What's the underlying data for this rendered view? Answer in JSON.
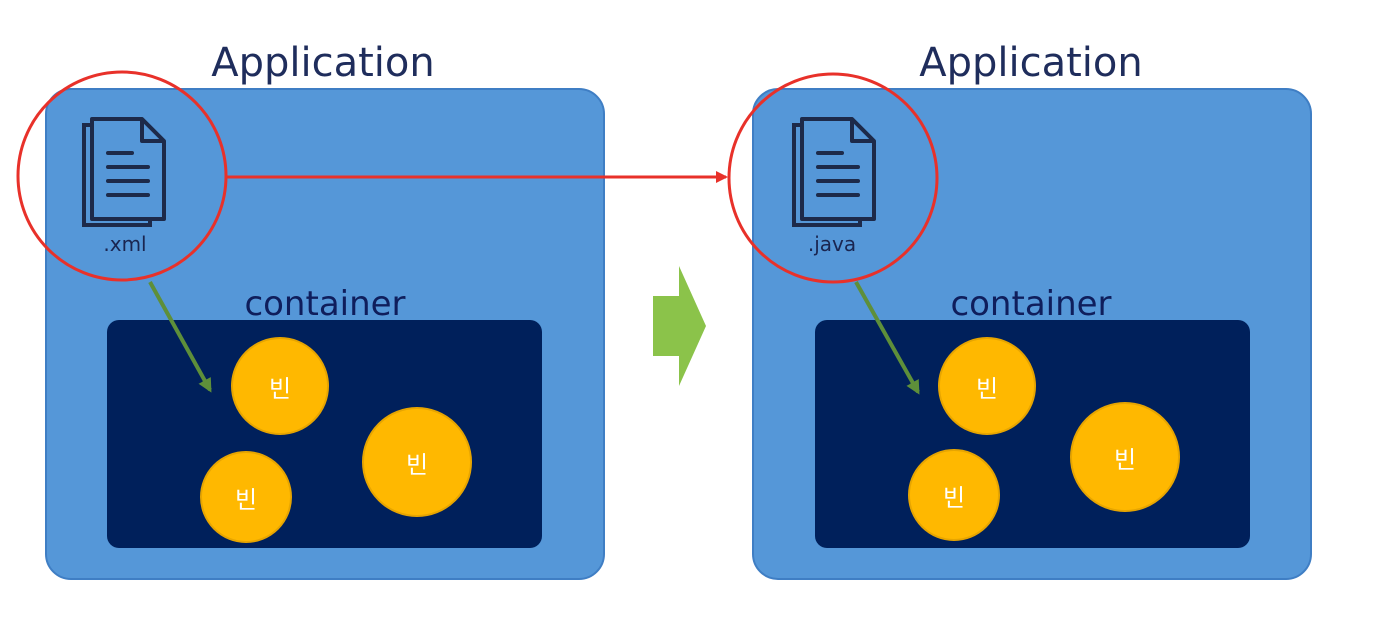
{
  "left_panel": {
    "title": "Application",
    "file_label": ".xml",
    "file_icon": "document-icon",
    "container_title": "container",
    "beans": [
      "빈",
      "빈",
      "빈"
    ]
  },
  "right_panel": {
    "title": "Application",
    "file_label": ".java",
    "file_icon": "document-icon",
    "container_title": "container",
    "beans": [
      "빈",
      "빈",
      "빈"
    ]
  },
  "colors": {
    "application_box": "#5597d8",
    "container_box": "#00205b",
    "bean": "#ffb800",
    "highlight_circle": "#e8312a",
    "transition_arrow": "#8bc34a",
    "inject_arrow": "#5e8f3a",
    "title_text": "#1f2d5c"
  }
}
